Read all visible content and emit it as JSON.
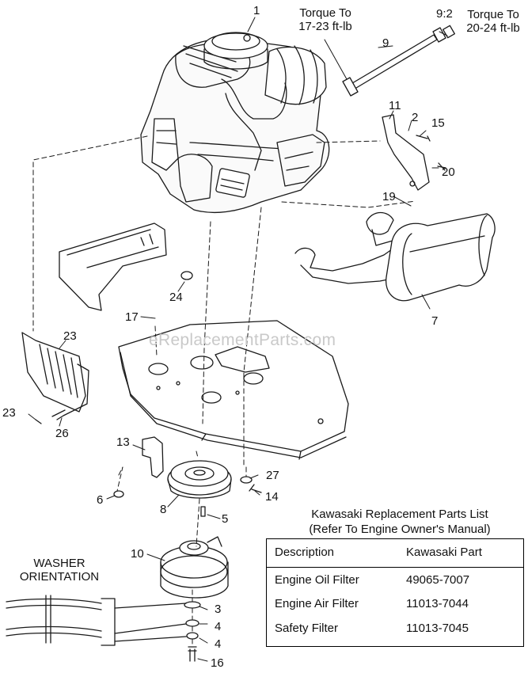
{
  "watermark": "eReplacementParts.com",
  "torque_notes": [
    {
      "id": "torque-a",
      "lines": [
        "Torque To",
        "17-23 ft-lb"
      ]
    },
    {
      "id": "torque-b",
      "lines": [
        "Torque To",
        "20-24 ft-lb"
      ]
    }
  ],
  "ratio_label": "9:2",
  "callouts": [
    "1",
    "9",
    "11",
    "2",
    "15",
    "20",
    "19",
    "24",
    "7",
    "17",
    "23",
    "23",
    "26",
    "13",
    "27",
    "14",
    "6",
    "8",
    "5",
    "10",
    "3",
    "4",
    "4",
    "16"
  ],
  "washer_orientation": [
    "WASHER",
    "ORIENTATION"
  ],
  "parts_list": {
    "heading_lines": [
      "Kawasaki Replacement Parts List",
      "(Refer To Engine Owner's Manual)"
    ],
    "columns": [
      "Description",
      "Kawasaki Part"
    ],
    "rows": [
      {
        "description": "Engine Oil Filter",
        "part": "49065-7007"
      },
      {
        "description": "Engine Air Filter",
        "part": "11013-7044"
      },
      {
        "description": "Safety Filter",
        "part": "11013-7045"
      }
    ]
  }
}
